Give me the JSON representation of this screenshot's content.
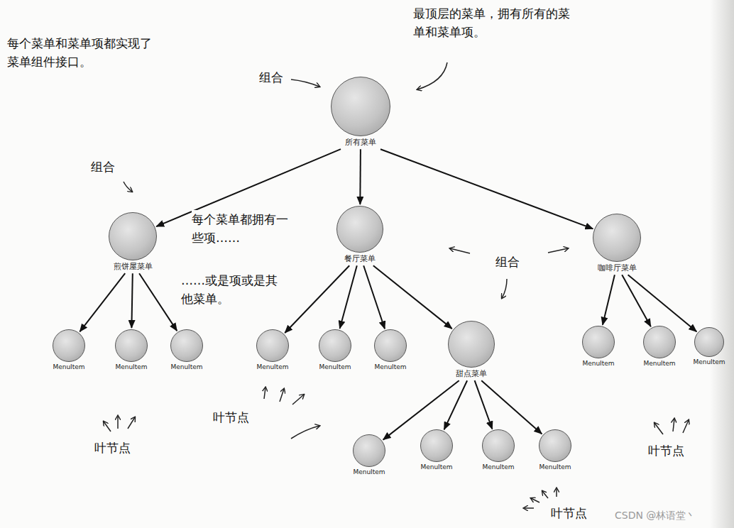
{
  "diagram": {
    "nodes": [
      {
        "text": [
          "所有菜单"
        ]
      },
      {
        "text": [
          "煎饼屋菜单"
        ]
      },
      {
        "text": [
          "餐厅菜单"
        ]
      },
      {
        "text": [
          "咖啡厅菜单"
        ]
      },
      {
        "text": [
          "MenuItem"
        ]
      },
      {
        "text": [
          "MenuItem"
        ]
      },
      {
        "text": [
          "MenuItem"
        ]
      },
      {
        "text": [
          "MenuItem"
        ]
      },
      {
        "text": [
          "MenuItem"
        ]
      },
      {
        "text": [
          "MenuItem"
        ]
      },
      {
        "text": [
          "甜点菜单"
        ]
      },
      {
        "text": [
          "MenuItem"
        ]
      },
      {
        "text": [
          "MenuItem"
        ]
      },
      {
        "text": [
          "MenuItem"
        ]
      },
      {
        "text": [
          "MenuItem"
        ]
      },
      {
        "text": [
          "MenuItem"
        ]
      },
      {
        "text": [
          "MenuItem"
        ]
      },
      {
        "text": [
          "MenuItem"
        ]
      }
    ],
    "edges": [
      {
        "from": 0,
        "to": 1,
        "arrow": "to"
      },
      {
        "from": 0,
        "to": 2,
        "arrow": "to"
      },
      {
        "from": 0,
        "to": 3,
        "arrow": "to"
      },
      {
        "from": 1,
        "to": 4,
        "arrow": "to"
      },
      {
        "from": 1,
        "to": 5,
        "arrow": "to"
      },
      {
        "from": 1,
        "to": 6,
        "arrow": "to"
      },
      {
        "from": 2,
        "to": 7,
        "arrow": "to"
      },
      {
        "from": 2,
        "to": 8,
        "arrow": "to"
      },
      {
        "from": 2,
        "to": 9,
        "arrow": "to"
      },
      {
        "from": 2,
        "to": 10,
        "arrow": "to"
      },
      {
        "from": 3,
        "to": 11,
        "arrow": "to"
      },
      {
        "from": 3,
        "to": 12,
        "arrow": "to"
      },
      {
        "from": 3,
        "to": 13,
        "arrow": "to"
      },
      {
        "from": 10,
        "to": 14,
        "arrow": "to"
      },
      {
        "from": 10,
        "to": 15,
        "arrow": "to"
      },
      {
        "from": 10,
        "to": 16,
        "arrow": "to"
      },
      {
        "from": 10,
        "to": 17,
        "arrow": "to"
      }
    ],
    "labels": [
      "每个菜单和菜单项都实现了菜单组件接口。",
      "最顶层的菜单，拥有所有的菜单和菜单项。",
      "组合",
      "组合",
      "每个菜单都拥有一些项……",
      "……或是项或是其他菜单。",
      "组合",
      "叶节点",
      "叶节点",
      "叶节点",
      "叶节点",
      "CSDN @林语堂丶"
    ]
  }
}
